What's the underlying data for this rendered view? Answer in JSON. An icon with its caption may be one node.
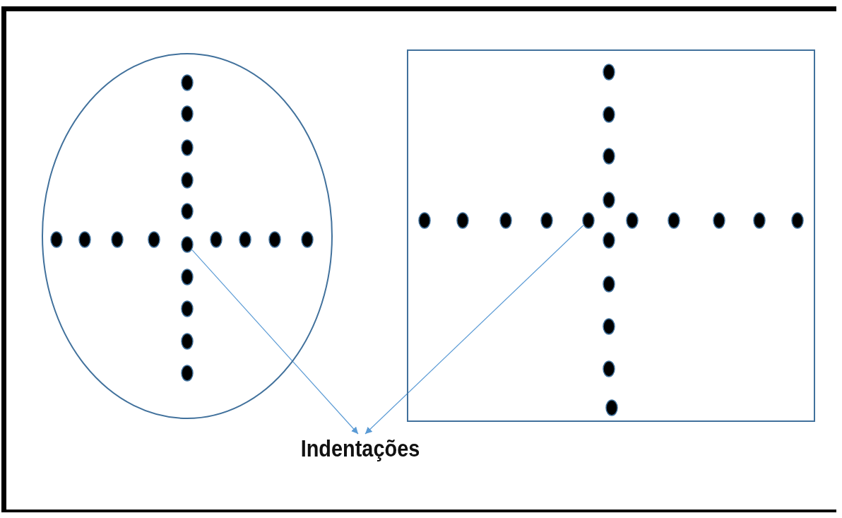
{
  "diagram": {
    "nodes": [
      {
        "text": [],
        "shape": "ellipse"
      },
      {
        "text": [],
        "shape": "circle",
        "in": 0
      },
      {
        "text": [],
        "shape": "box"
      },
      {
        "text": [],
        "shape": "circle",
        "in": 2
      },
      {
        "text": [
          "Indentações"
        ]
      }
    ],
    "edges": [
      {
        "from": 1,
        "to": 4,
        "arrow": "to"
      },
      {
        "from": 3,
        "to": 4,
        "arrow": "to"
      }
    ]
  }
}
